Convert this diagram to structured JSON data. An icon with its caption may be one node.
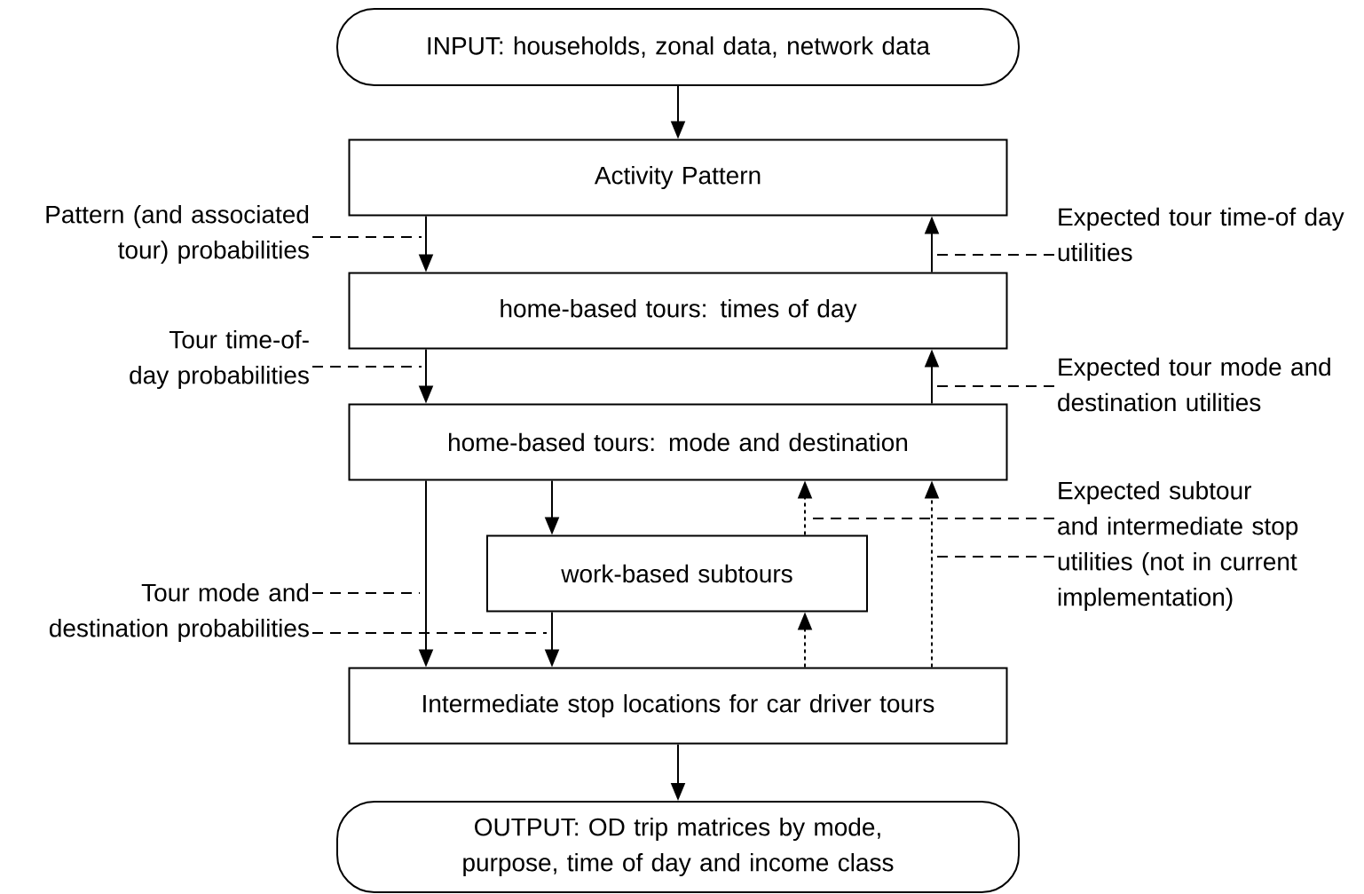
{
  "diagram": {
    "nodes": [
      {
        "text": [
          "INPUT: households, zonal data, network data"
        ]
      },
      {
        "text": [
          "Activity Pattern"
        ]
      },
      {
        "text": [
          "home-based tours: times of day"
        ]
      },
      {
        "text": [
          "home-based tours: mode and destination"
        ]
      },
      {
        "text": [
          "work-based subtours"
        ]
      },
      {
        "text": [
          "Intermediate stop locations for car driver tours"
        ]
      },
      {
        "text": [
          "OUTPUT: OD trip matrices by mode, purpose, time of day and income class"
        ]
      },
      {
        "text": [
          "Pattern (and associated tour) probabilities"
        ]
      },
      {
        "text": [
          "Tour time-of-day probabilities"
        ]
      },
      {
        "text": [
          "Tour mode and destination probabilities"
        ]
      },
      {
        "text": [
          "Expected tour time-of day utilities"
        ]
      },
      {
        "text": [
          "Expected tour mode and destination utilities"
        ]
      },
      {
        "text": [
          "Expected subtour and intermediate stop utilities (not in current implementation)"
        ]
      }
    ],
    "edges": [
      {
        "from": 0,
        "to": 1,
        "arrow": "to"
      },
      {
        "from": 1,
        "to": 2,
        "arrow": "to"
      },
      {
        "from": 2,
        "to": 1,
        "arrow": "to"
      },
      {
        "from": 2,
        "to": 3,
        "arrow": "to"
      },
      {
        "from": 3,
        "to": 2,
        "arrow": "to"
      },
      {
        "from": 3,
        "to": 4,
        "arrow": "to"
      },
      {
        "from": 3,
        "to": 5,
        "arrow": "to"
      },
      {
        "from": 4,
        "to": 3,
        "arrow": "to",
        "style": "dashed"
      },
      {
        "from": 4,
        "to": 5,
        "arrow": "to"
      },
      {
        "from": 5,
        "to": 4,
        "arrow": "to",
        "style": "dashed"
      },
      {
        "from": 5,
        "to": 3,
        "arrow": "to",
        "style": "dashed"
      },
      {
        "from": 5,
        "to": 6,
        "arrow": "to"
      },
      {
        "from": 7,
        "to": null,
        "arrow": "none",
        "style": "dashed"
      },
      {
        "from": 8,
        "to": null,
        "arrow": "none",
        "style": "dashed"
      },
      {
        "from": 9,
        "to": null,
        "arrow": "none",
        "style": "dashed"
      },
      {
        "from": 9,
        "to": null,
        "arrow": "none",
        "style": "dashed"
      },
      {
        "from": 10,
        "to": null,
        "arrow": "none",
        "style": "dashed"
      },
      {
        "from": 11,
        "to": null,
        "arrow": "none",
        "style": "dashed"
      },
      {
        "from": 12,
        "to": null,
        "arrow": "none",
        "style": "dashed"
      },
      {
        "from": 12,
        "to": null,
        "arrow": "none",
        "style": "dashed"
      }
    ]
  }
}
